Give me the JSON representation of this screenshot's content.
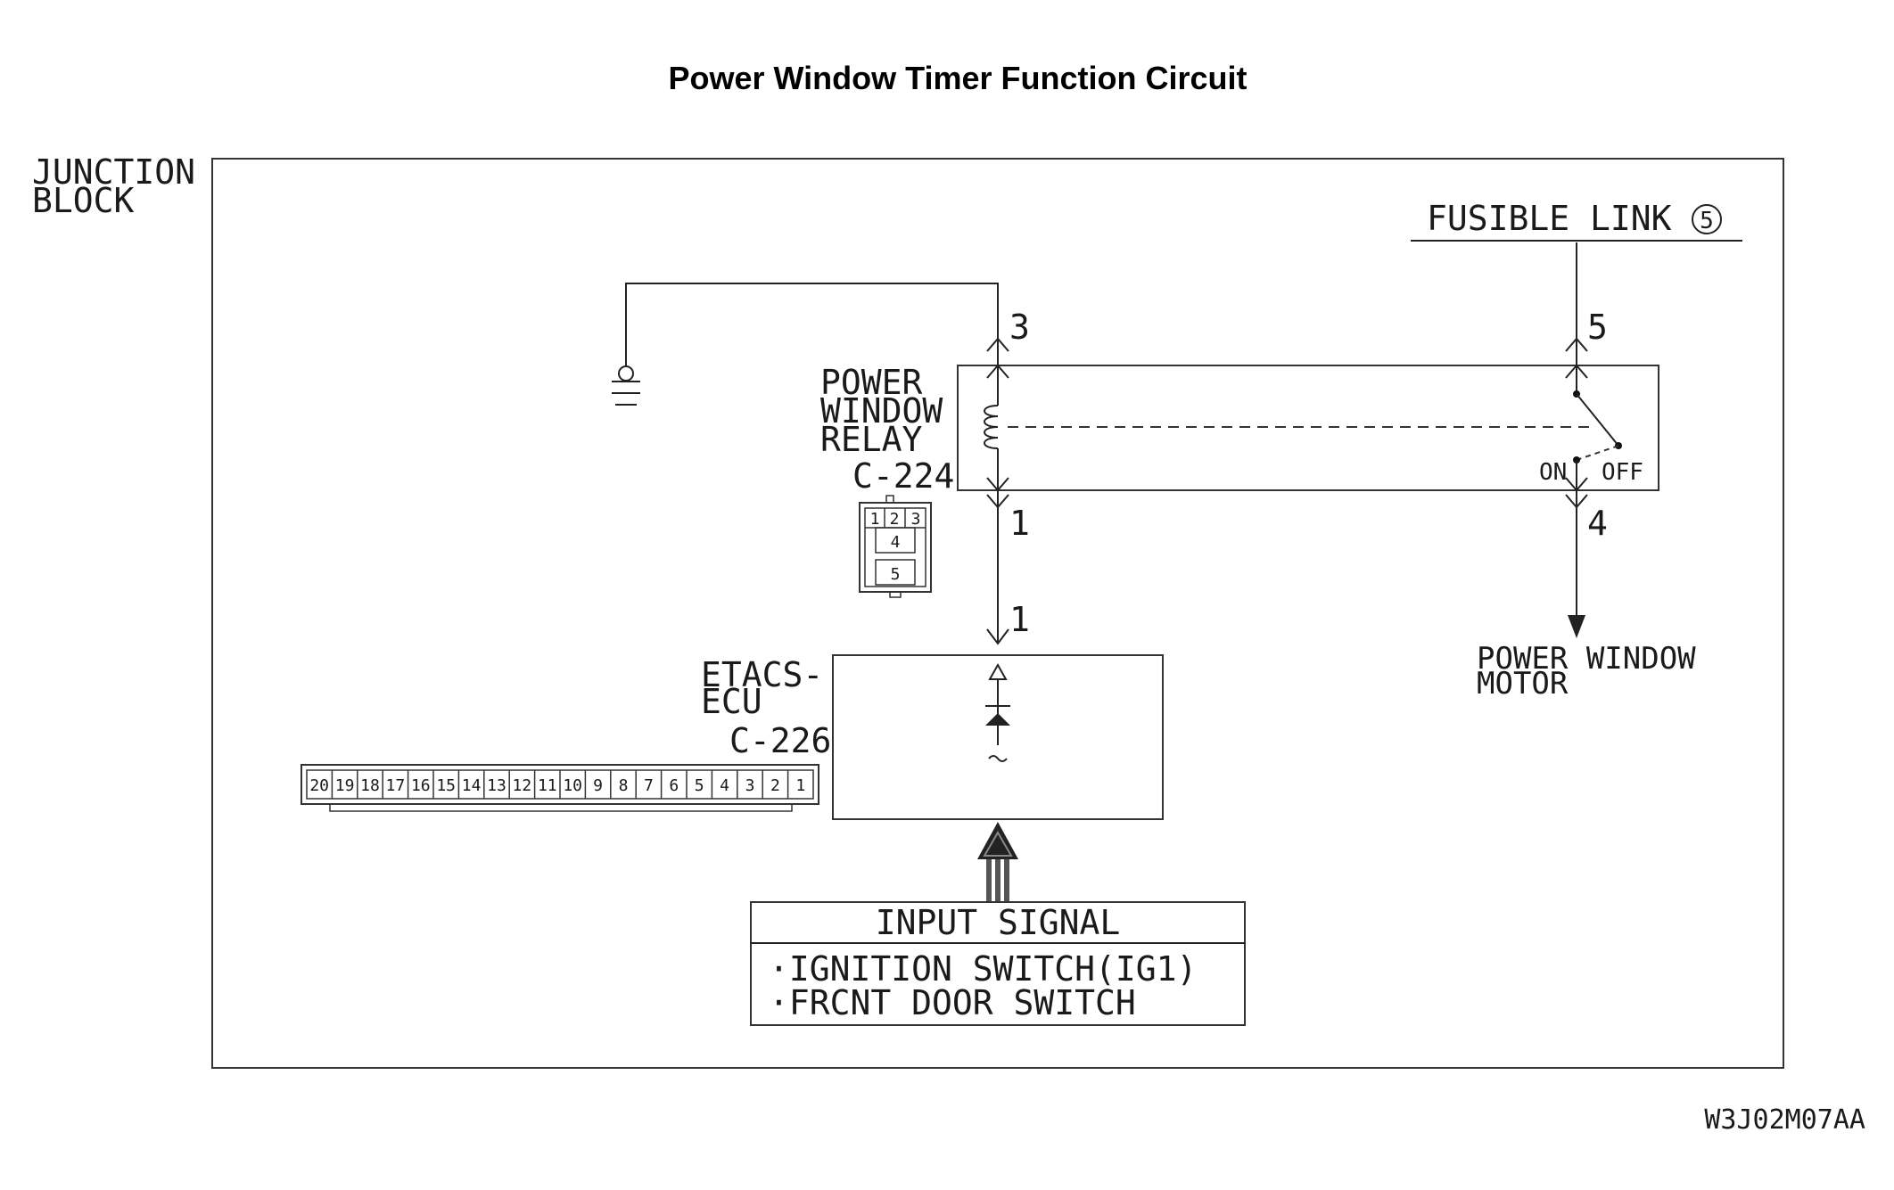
{
  "title": "Power Window Timer Function Circuit",
  "junction_block": {
    "line1": "JUNCTION",
    "line2": "BLOCK"
  },
  "fusible_link": {
    "label": "FUSIBLE LINK",
    "number": "5"
  },
  "relay": {
    "line1": "POWER",
    "line2": "WINDOW",
    "line3": "RELAY",
    "connector": "C-224",
    "pin_coil_top": "3",
    "pin_coil_bottom": "1",
    "pin_switch_top": "5",
    "pin_switch_bottom": "4",
    "on_label": "ON",
    "off_label": "OFF",
    "connector_pins": [
      "1",
      "2",
      "3",
      "4",
      "5"
    ]
  },
  "ecu": {
    "line1": "ETACS-",
    "line2": "ECU",
    "connector": "C-226",
    "pin": "1",
    "connector_pins": [
      "20",
      "19",
      "18",
      "17",
      "16",
      "15",
      "14",
      "13",
      "12",
      "11",
      "10",
      "9",
      "8",
      "7",
      "6",
      "5",
      "4",
      "3",
      "2",
      "1"
    ]
  },
  "motor": {
    "line1": "POWER WINDOW",
    "line2": "MOTOR"
  },
  "input_signal": {
    "header": "INPUT SIGNAL",
    "items": [
      "·IGNITION SWITCH(IG1)",
      "·FRCNT DOOR SWITCH"
    ]
  },
  "figure_code": "W3J02M07AA"
}
